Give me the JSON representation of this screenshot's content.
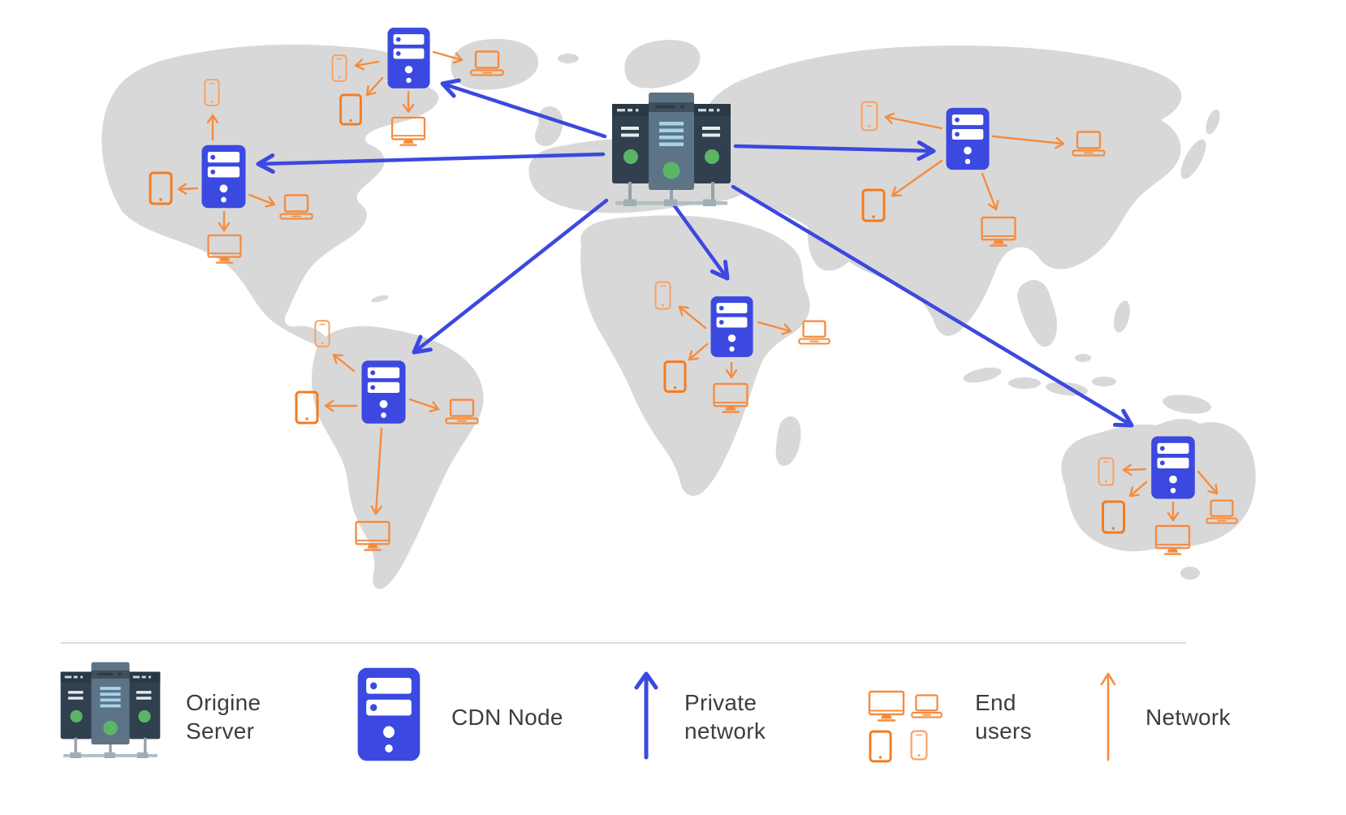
{
  "colors": {
    "primary_blue": "#3b49e0",
    "orange": "#f68b3e",
    "orange_strong": "#f47b20",
    "orange_light": "#f9a263",
    "map_gray": "#d8d8d8",
    "text": "#3d3d3d",
    "divider": "#dcdcdc",
    "server_dark": "#31404f",
    "server_header": "#2a3845",
    "server_mid": "#5d7487",
    "server_lines": "#a7d3e8",
    "server_green": "#5cb567",
    "server_base": "#b2bdc3"
  },
  "legend": {
    "origin": {
      "line1": "Origine",
      "line2": "Server"
    },
    "cdn_node": {
      "line1": "CDN Node"
    },
    "private_network": {
      "line1": "Private",
      "line2": "network"
    },
    "end_users": {
      "line1": "End",
      "line2": "users"
    },
    "network": {
      "line1": "Network"
    }
  },
  "diagram": {
    "origin_server": {
      "icon": "origin-server-icon",
      "region": "europe",
      "private_links": 6
    },
    "cdn_nodes": [
      {
        "region": "north-america-northeast",
        "devices": [
          "phone",
          "tablet",
          "monitor",
          "laptop"
        ]
      },
      {
        "region": "north-america-west",
        "devices": [
          "phone",
          "tablet",
          "laptop",
          "monitor"
        ]
      },
      {
        "region": "asia",
        "devices": [
          "phone",
          "tablet",
          "laptop",
          "monitor"
        ]
      },
      {
        "region": "south-america",
        "devices": [
          "phone",
          "tablet",
          "laptop",
          "monitor"
        ]
      },
      {
        "region": "africa",
        "devices": [
          "phone",
          "tablet",
          "laptop",
          "monitor"
        ]
      },
      {
        "region": "australia",
        "devices": [
          "phone",
          "tablet",
          "monitor",
          "laptop"
        ]
      }
    ]
  }
}
